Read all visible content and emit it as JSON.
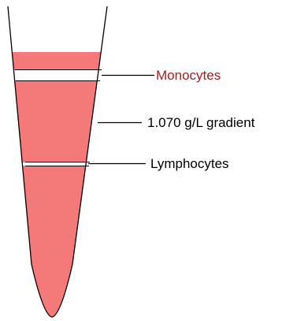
{
  "colors": {
    "background": "#ffffff",
    "tube_fill": "#f47a7a",
    "tube_stroke": "#000000",
    "band_fill": "#ffffff",
    "monocytes_label": "#a02020",
    "default_label": "#000000"
  },
  "labels": {
    "monocytes": "Monocytes",
    "gradient": "1.070 g/L gradient",
    "lymphocytes": "Lymphocytes"
  }
}
